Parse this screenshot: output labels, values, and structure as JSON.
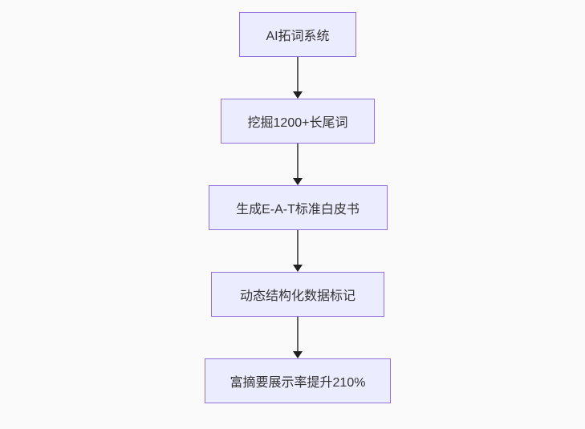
{
  "diagram": {
    "type": "flowchart",
    "direction": "top-down",
    "background": "#fafafa",
    "node_fill": "#ececff",
    "node_border": "#9370db",
    "text_color": "#333333",
    "arrow_color": "#616161",
    "arrowhead_color": "#1f1f1f",
    "nodes": [
      {
        "id": "n1",
        "label": "AI拓词系统"
      },
      {
        "id": "n2",
        "label": "挖掘1200+长尾词"
      },
      {
        "id": "n3",
        "label": "生成E-A-T标准白皮书"
      },
      {
        "id": "n4",
        "label": "动态结构化数据标记"
      },
      {
        "id": "n5",
        "label": "富摘要展示率提升210%"
      }
    ],
    "edges": [
      {
        "from": "n1",
        "to": "n2"
      },
      {
        "from": "n2",
        "to": "n3"
      },
      {
        "from": "n3",
        "to": "n4"
      },
      {
        "from": "n4",
        "to": "n5"
      }
    ]
  }
}
